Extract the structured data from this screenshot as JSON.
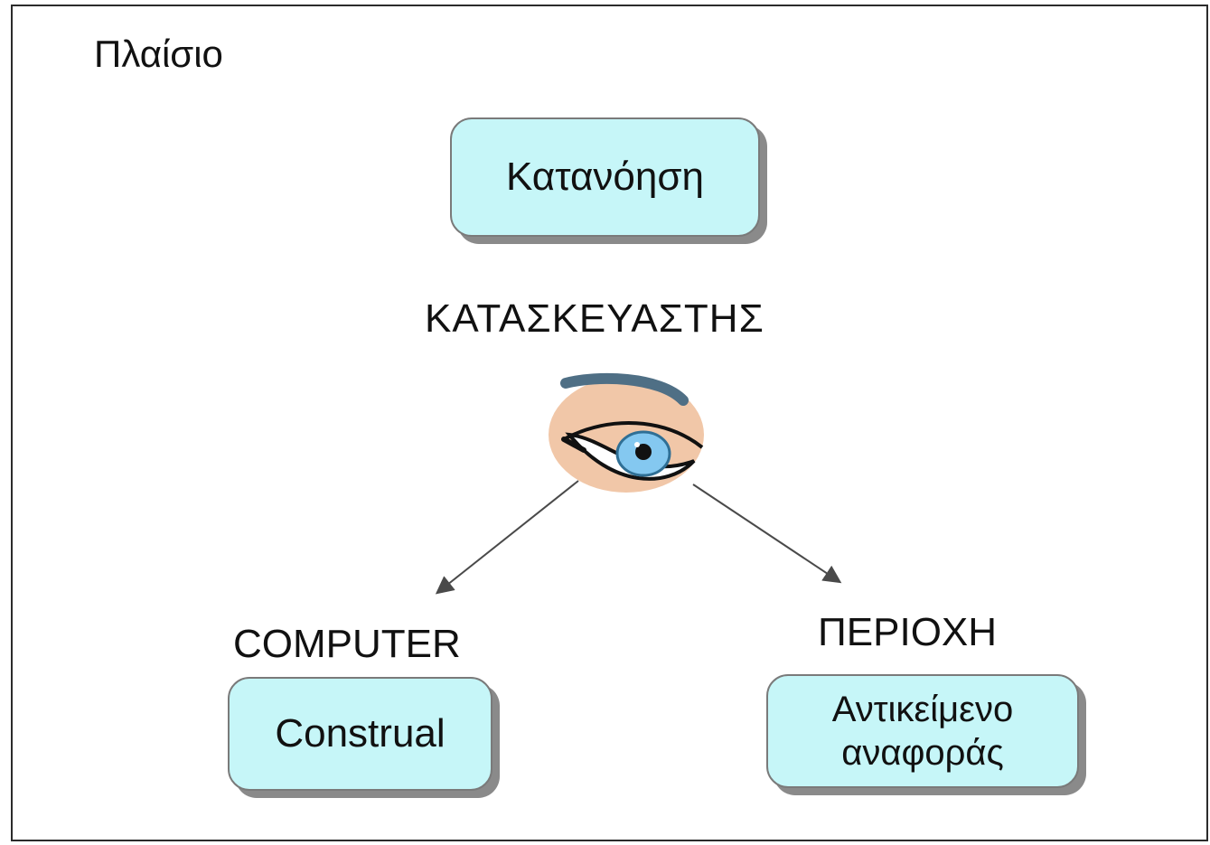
{
  "frame": {
    "title": "Πλαίσιο"
  },
  "nodes": {
    "top": {
      "text": "Κατανόηση"
    },
    "left": {
      "text": "Construal"
    },
    "right": {
      "line1": "Αντικείμενο",
      "line2": "αναφοράς"
    }
  },
  "labels": {
    "center": "ΚΑΤΑΣΚΕΥΑΣΤΗΣ",
    "left": "COMPUTER",
    "right": "ΠΕΡΙΟΧΗ"
  },
  "icons": {
    "eye": "eye-icon",
    "arrow_left": "arrow-down-left",
    "arrow_right": "arrow-down-right"
  },
  "colors": {
    "node_fill": "#c6f6f8",
    "node_border": "#7a7a7a",
    "shadow": "#8a8a8a",
    "arrow": "#4a4a4a",
    "eye_skin": "#f1c7a8",
    "eye_iris": "#84c8f0"
  }
}
